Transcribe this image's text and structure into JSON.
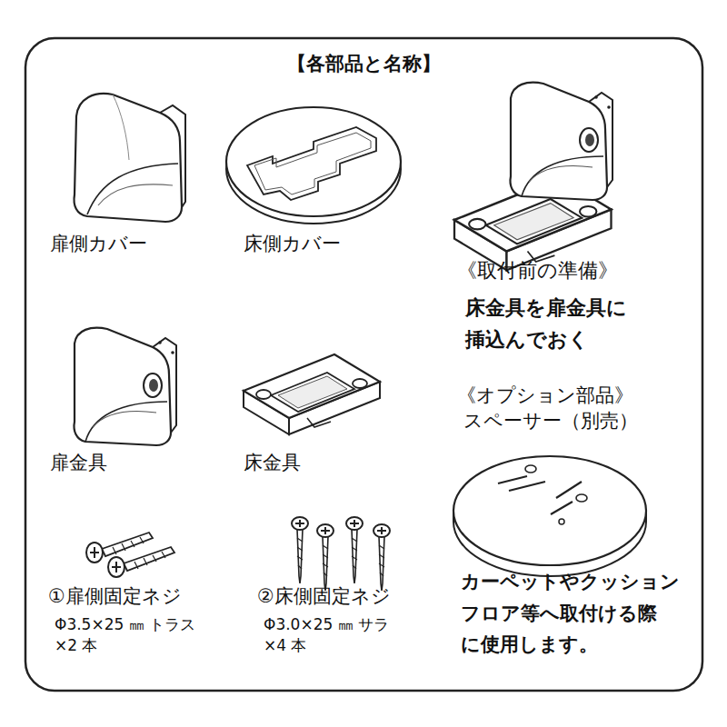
{
  "diagram": {
    "title": "【各部品と名称】",
    "labels": [
      "扉側カバー",
      "床側カバー",
      "《取付前の準備》",
      "床金具を扉金具に 挿込んでおく",
      "扉金具",
      "床金具",
      "《オプション部品》",
      "スペーサー（別売）",
      "①扉側固定ネジ",
      "Φ3.5×25 ㎜ トラス ×2 本",
      "②床側固定ネジ",
      "Φ3.0×25 ㎜ サラ ×4 本",
      "カーペットやクッション フロア等へ取付ける際 に使用します。"
    ]
  }
}
